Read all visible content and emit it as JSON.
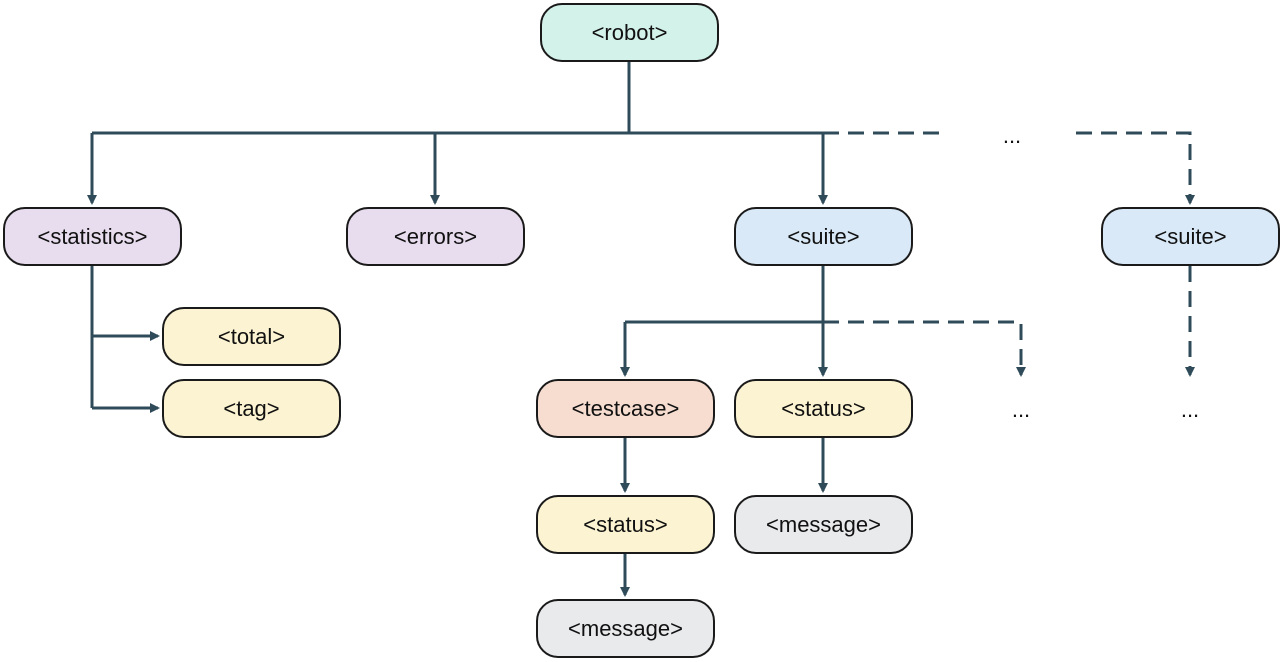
{
  "colors": {
    "edge": "#2f4b5a",
    "node_border": "#1a1a1a",
    "teal": "#d3f2ea",
    "purple": "#e8dcef",
    "blue": "#d9e9f7",
    "yellow": "#fbf3d1",
    "orange": "#f6ddd0",
    "gray": "#e9eaec"
  },
  "nodes": {
    "robot": "<robot>",
    "statistics": "<statistics>",
    "errors": "<errors>",
    "suite_1": "<suite>",
    "suite_2": "<suite>",
    "total": "<total>",
    "tag": "<tag>",
    "testcase": "<testcase>",
    "suite_status": "<status>",
    "testcase_status": "<status>",
    "suite_message": "<message>",
    "testcase_message": "<message>"
  },
  "ellipsis": {
    "top_level": "...",
    "suite_children": "...",
    "suite_2_children": "..."
  },
  "edges": [
    {
      "from": "robot",
      "to": "statistics",
      "style": "solid"
    },
    {
      "from": "robot",
      "to": "errors",
      "style": "solid"
    },
    {
      "from": "robot",
      "to": "suite_1",
      "style": "solid"
    },
    {
      "from": "robot",
      "to": "suite_2",
      "style": "dashed"
    },
    {
      "from": "statistics",
      "to": "total",
      "style": "solid"
    },
    {
      "from": "statistics",
      "to": "tag",
      "style": "solid"
    },
    {
      "from": "suite_1",
      "to": "testcase",
      "style": "solid"
    },
    {
      "from": "suite_1",
      "to": "suite_status",
      "style": "solid"
    },
    {
      "from": "suite_1",
      "to": "suite_children",
      "style": "dashed"
    },
    {
      "from": "suite_2",
      "to": "suite_2_children",
      "style": "dashed"
    },
    {
      "from": "testcase",
      "to": "testcase_status",
      "style": "solid"
    },
    {
      "from": "suite_status",
      "to": "suite_message",
      "style": "solid"
    },
    {
      "from": "testcase_status",
      "to": "testcase_message",
      "style": "solid"
    }
  ]
}
